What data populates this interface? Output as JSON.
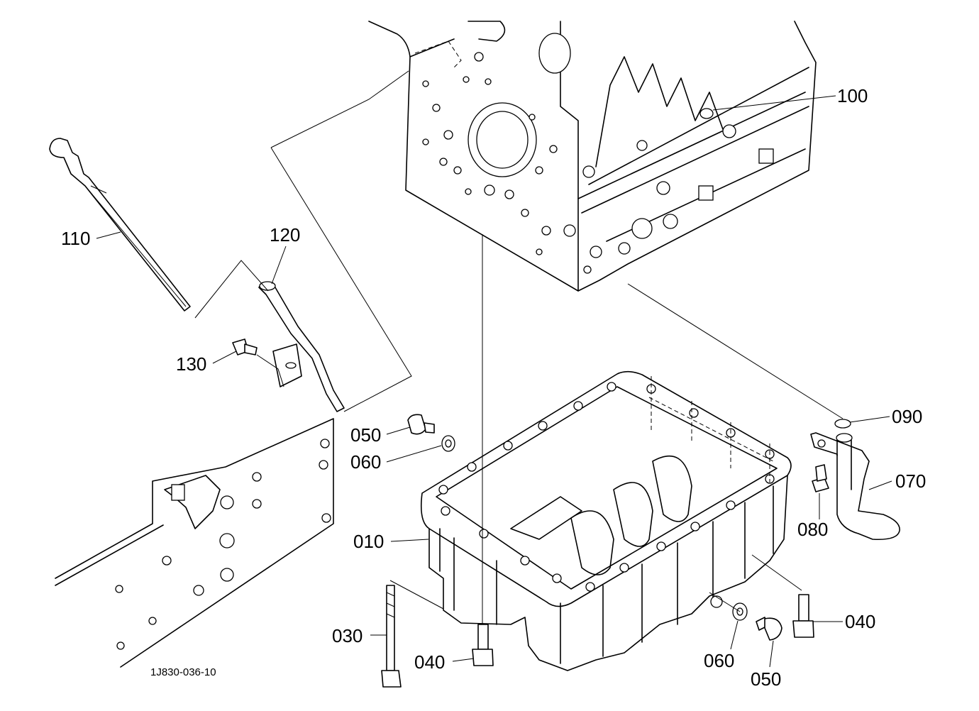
{
  "figure_code": "1J830-036-10",
  "callouts": [
    {
      "id": "100",
      "label": "100"
    },
    {
      "id": "110",
      "label": "110"
    },
    {
      "id": "120",
      "label": "120"
    },
    {
      "id": "130",
      "label": "130"
    },
    {
      "id": "050a",
      "label": "050"
    },
    {
      "id": "060a",
      "label": "060"
    },
    {
      "id": "090",
      "label": "090"
    },
    {
      "id": "070",
      "label": "070"
    },
    {
      "id": "080",
      "label": "080"
    },
    {
      "id": "010",
      "label": "010"
    },
    {
      "id": "030",
      "label": "030"
    },
    {
      "id": "040a",
      "label": "040"
    },
    {
      "id": "040b",
      "label": "040"
    },
    {
      "id": "060b",
      "label": "060"
    },
    {
      "id": "050b",
      "label": "050"
    }
  ]
}
